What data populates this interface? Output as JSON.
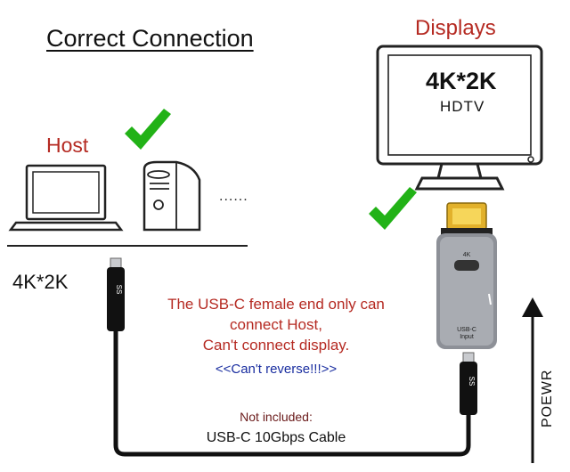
{
  "title": "Correct Connection",
  "displays_label": "Displays",
  "host_label": "Host",
  "resolution_left": "4K*2K",
  "tv": {
    "resolution": "4K*2K",
    "subtitle": "HDTV"
  },
  "ellipsis": "......",
  "adapter": {
    "top_label": "4K",
    "bottom_label_line1": "USB-C",
    "bottom_label_line2": "Input"
  },
  "cable_mark": "SS",
  "note": {
    "line1": "The USB-C female end only can",
    "line2": "connect Host,",
    "line3": "Can't connect display.",
    "line4": "<<Can't reverse!!!>>"
  },
  "not_included": "Not included:",
  "cable_name": "USB-C 10Gbps Cable",
  "power_label": "POEWR",
  "colors": {
    "check": "#22b217",
    "red_text": "#b52a22",
    "blue_text": "#1a2ea0"
  },
  "icons": [
    "laptop-icon",
    "desktop-tower-icon",
    "tv-icon",
    "hdmi-adapter-icon",
    "usb-c-plug-icon",
    "check-icon",
    "arrow-up-icon"
  ]
}
